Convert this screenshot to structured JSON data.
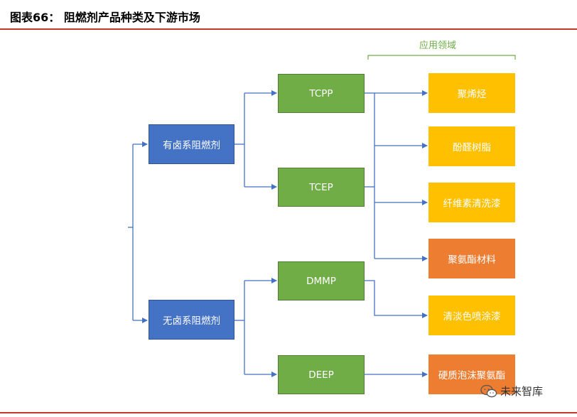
{
  "header": {
    "title": "图表66：  阻燃剂产品种类及下游市场"
  },
  "bracket_label": "应用领域",
  "categories": [
    {
      "label": "有卤系阻燃剂"
    },
    {
      "label": "无卤系阻燃剂"
    }
  ],
  "chemicals": [
    {
      "label": "TCPP"
    },
    {
      "label": "TCEP"
    },
    {
      "label": "DMMP"
    },
    {
      "label": "DEEP"
    }
  ],
  "applications": [
    {
      "label": "聚烯烃"
    },
    {
      "label": "酚醛树脂"
    },
    {
      "label": "纤维素清洗漆"
    },
    {
      "label": "聚氨酯材料"
    },
    {
      "label": "清淡色喷涂漆"
    },
    {
      "label": "硬质泡沫聚氨酯"
    }
  ],
  "watermark": {
    "text": "未来智库",
    "icon": "wechat-icon"
  },
  "colors": {
    "category": "#4472c4",
    "chemical": "#70ad47",
    "application": "#ffc000",
    "application_alt": "#ed7d31",
    "connector": "#4472c4",
    "rule": "#c0392b"
  }
}
